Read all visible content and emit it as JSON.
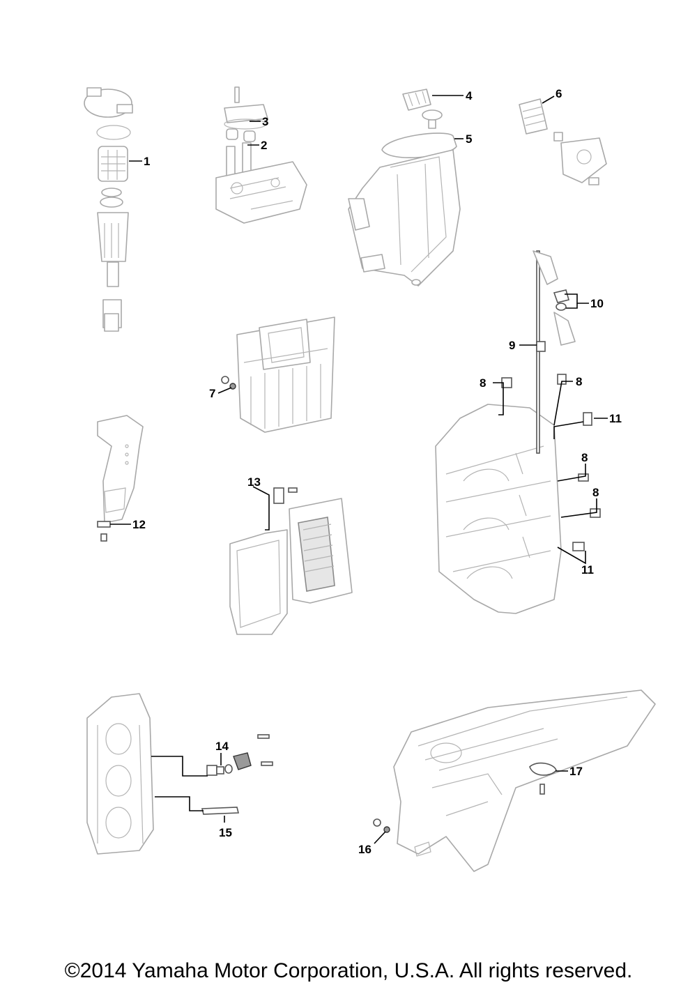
{
  "callouts": {
    "c1": "1",
    "c2": "2",
    "c3": "3",
    "c4": "4",
    "c5": "5",
    "c6": "6",
    "c7": "7",
    "c8a": "8",
    "c8b": "8",
    "c8c": "8",
    "c8d": "8",
    "c9": "9",
    "c10": "10",
    "c11a": "11",
    "c11b": "11",
    "c12": "12",
    "c13": "13",
    "c14": "14",
    "c15": "15",
    "c16": "16",
    "c17": "17"
  },
  "footer": {
    "copyright": "©2014 Yamaha Motor Corporation, U.S.A. All rights reserved."
  }
}
